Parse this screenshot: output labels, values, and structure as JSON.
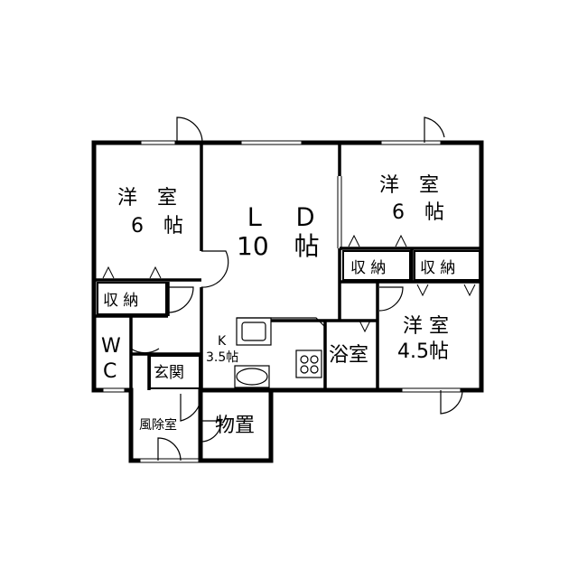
{
  "rooms": {
    "western_left": {
      "name": "洋　室",
      "size": "6　帖"
    },
    "ld": {
      "name": "Ｌ　Ｄ",
      "size": "10　帖"
    },
    "western_right": {
      "name": "洋　室",
      "size": "6　帖"
    },
    "western_small": {
      "name": "洋 室",
      "size": "4.5帖"
    },
    "kitchen": {
      "name": "K",
      "size": "3.5帖"
    },
    "bath": {
      "name": "浴室"
    },
    "entrance": {
      "name": "玄関"
    },
    "windbreak": {
      "name": "風除室"
    },
    "storeroom": {
      "name": "物置"
    },
    "wc": {
      "line1": "W",
      "line2": "C"
    }
  },
  "storage": {
    "left": "収 納",
    "right_a": "収 納",
    "right_b": "収 納"
  }
}
